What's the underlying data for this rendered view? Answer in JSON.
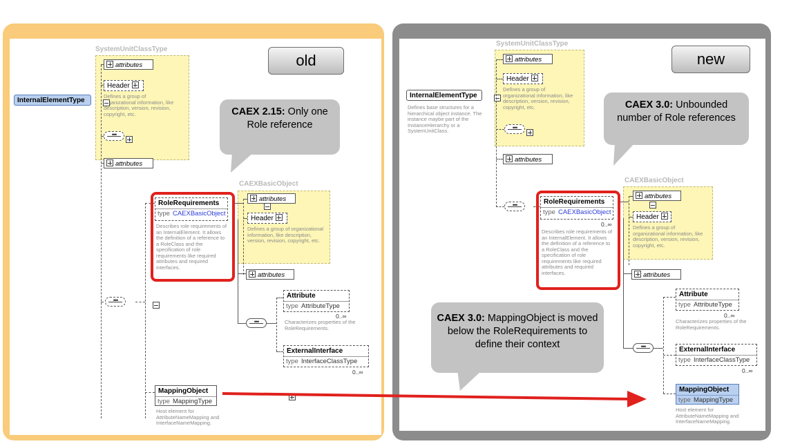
{
  "old": {
    "label": "old",
    "callout": {
      "bold": "CAEX 2.15:",
      "text": " Only one Role reference"
    },
    "internal_element": "InternalElementType",
    "system_unit_class": {
      "title": "SystemUnitClassType",
      "attributes": "attributes",
      "header": "Header",
      "header_desc": "Defines a group of organizational information, like description, version, revision, copyright, etc."
    },
    "attributes_below": "attributes",
    "caex_basic": {
      "title": "CAEXBasicObject",
      "attributes": "attributes",
      "header": "Header",
      "header_desc": "Defines a group of organizational information, like description, version, revision, copyright, etc."
    },
    "role_requirements": {
      "title": "RoleRequirements",
      "type_label": "type",
      "type_value": "CAEXBasicObject",
      "desc": "Describes role requirements of an InternalElement. It allows the definition of a reference to a RoleClass and the specification of role requirements like required attributes and required interfaces."
    },
    "attributes_rr": "attributes",
    "attribute": {
      "title": "Attribute",
      "type_label": "type",
      "type_value": "AttributeType",
      "mult": "0..∞",
      "desc": "Characterizes properties of the RoleRequirements."
    },
    "external_interface": {
      "title": "ExternalInterface",
      "type_label": "type",
      "type_value": "InterfaceClassType",
      "mult": "0..∞"
    },
    "mapping_object": {
      "title": "MappingObject",
      "type_label": "type",
      "type_value": "MappingType",
      "desc": "Host element for AttributeNameMapping and InterfaceNameMapping."
    }
  },
  "new": {
    "label": "new",
    "callout_top": {
      "bold": "CAEX 3.0:",
      "text": " Unbounded number of Role references"
    },
    "callout_bottom": {
      "bold": "CAEX 3.0:",
      "text": " MappingObject is moved below the RoleRequirements to define their context"
    },
    "internal_element": "InternalElementType",
    "internal_desc": "Defines base structures for a hierarchical object instance. The instance maybe part of the InstanceHierarchy or a SystemUnitClass.",
    "system_unit_class": {
      "title": "SystemUnitClassType",
      "attributes": "attributes",
      "header": "Header",
      "header_desc": "Defines a group of organizational information, like description, version, revision, copyright, etc."
    },
    "attributes_below": "attributes",
    "caex_basic": {
      "title": "CAEXBasicObject",
      "attributes": "attributes",
      "header": "Header",
      "header_desc": "Defines a group of organizational information, like description, version, revision, copyright, etc."
    },
    "role_requirements": {
      "title": "RoleRequirements",
      "type_label": "type",
      "type_value": "CAEXBasicObject",
      "mult": "0..∞",
      "desc": "Describes role requirements of an InternalElement. It allows the definition of a reference to a RoleClass and the specification of role requirements like required attributes and required interfaces."
    },
    "attributes_rr": "attributes",
    "attribute": {
      "title": "Attribute",
      "type_label": "type",
      "type_value": "AttributeType",
      "mult": "0..∞",
      "desc": "Characterizes properties of the RoleRequirements."
    },
    "external_interface": {
      "title": "ExternalInterface",
      "type_label": "type",
      "type_value": "InterfaceClassType",
      "mult": "0..∞"
    },
    "mapping_object": {
      "title": "MappingObject",
      "type_label": "type",
      "type_value": "MappingType",
      "desc": "Host element for AttributeNameMapping and InterfaceNameMapping."
    }
  },
  "colors": {
    "old_frame": "#f9cb7a",
    "new_frame": "#8c8c8c",
    "highlight": "#e0211d",
    "arrow": "#e0211d"
  }
}
